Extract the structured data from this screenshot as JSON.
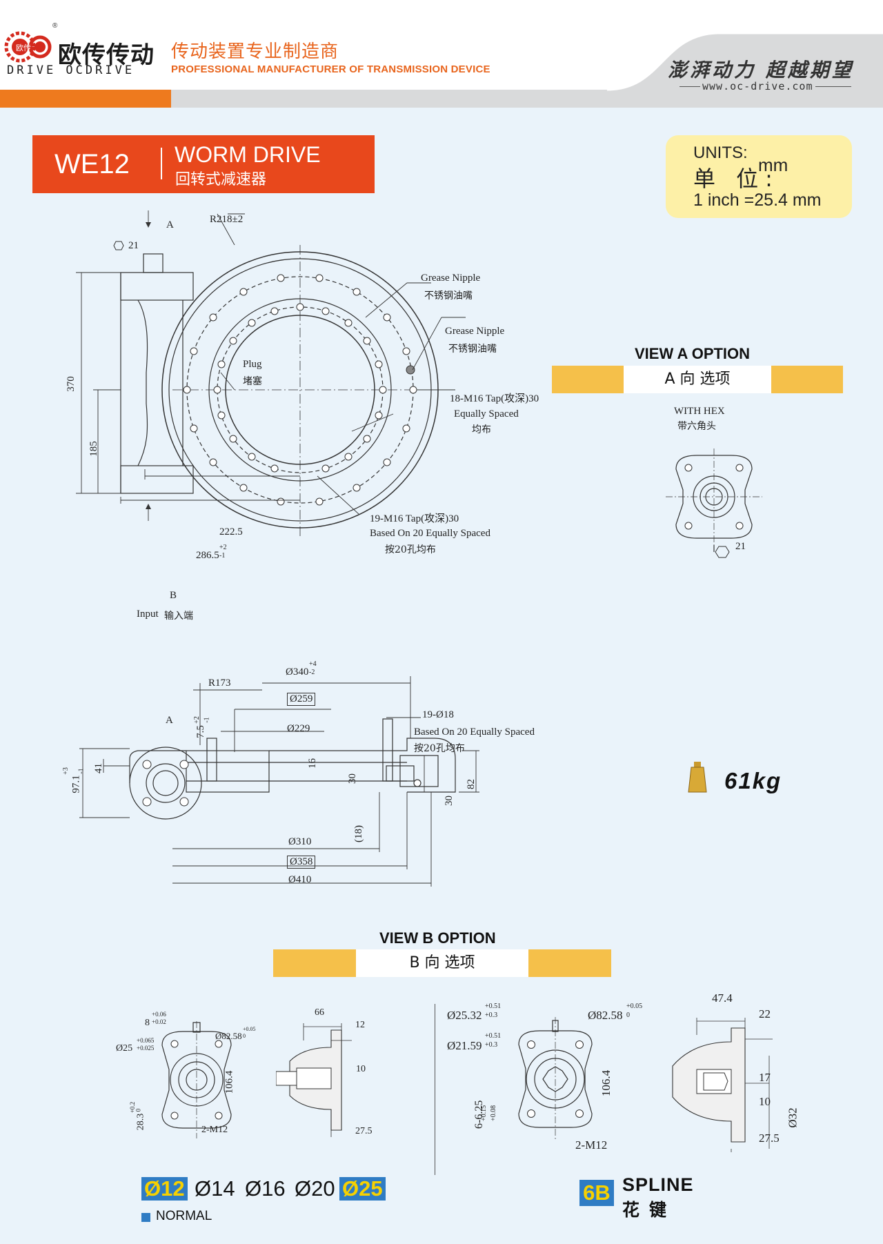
{
  "header": {
    "logo_mark": "欧传",
    "logo_registered": "®",
    "brand_cn": "欧传传动",
    "brand_en": "DRIVE OCDRIVE",
    "tagline_cn": "传动装置专业制造商",
    "tagline_en": "PROFESSIONAL MANUFACTURER OF TRANSMISSION DEVICE",
    "slogan": "澎湃动力 超越期望",
    "website": "www.oc-drive.com",
    "colors": {
      "orange": "#ee7a1e",
      "gray": "#d9dadb",
      "accent": "#e8481c"
    }
  },
  "title": {
    "model": "WE12",
    "name_en": "WORM DRIVE",
    "name_cn": "回转式减速器"
  },
  "units": {
    "label_en": "UNITS:",
    "label_cn": "单 位:",
    "unit": "mm",
    "conversion": "1 inch =25.4 mm"
  },
  "top_drawing": {
    "label_A": "A",
    "label_B": "B",
    "hex_21": "21",
    "radius": "R218±2",
    "grease1_en": "Grease Nipple",
    "grease1_cn": "不锈钢油嘴",
    "grease2_en": "Grease Nipple",
    "grease2_cn": "不锈钢油嘴",
    "plug_en": "Plug",
    "plug_cn": "堵塞",
    "tap18": "18-M16 Tap(攻深)30",
    "tap18_sub_en": "Equally Spaced",
    "tap18_sub_cn": "均布",
    "tap19": "19-M16 Tap(攻深)30",
    "tap19_sub_en": "Based On 20 Equally Spaced",
    "tap19_sub_cn": "按20孔均布",
    "dim_370": "370",
    "dim_185": "185",
    "dim_2225": "222.5",
    "dim_2865": "286.5",
    "dim_2865_tol_up": "+2",
    "dim_2865_tol_dn": "-1",
    "input_en": "Input",
    "input_cn": "输入端"
  },
  "view_a": {
    "title": "VIEW A OPTION",
    "subtitle": "A 向 选项",
    "hex_en": "WITH HEX",
    "hex_cn": "带六角头",
    "hex_size": "21"
  },
  "section_drawing": {
    "d340": "Ø340",
    "d340_tol_up": "+4",
    "d340_tol_dn": "-2",
    "r173": "R173",
    "d259": "Ø259",
    "d229": "Ø229",
    "holes": "19-Ø18",
    "holes_sub_en": "Based On 20 Equally Spaced",
    "holes_sub_cn": "按20孔均布",
    "label_A": "A",
    "dim_75": "7.5",
    "dim_75_tol_up": "+2",
    "dim_75_tol_dn": "-1",
    "dim_41": "41",
    "dim_971": "97.1",
    "dim_971_tol_up": "+3",
    "dim_971_tol_dn": "-1",
    "dim_16": "16",
    "dim_30a": "30",
    "dim_30b": "30",
    "dim_82": "82",
    "dim_18": "(18)",
    "d310": "Ø310",
    "d358": "Ø358",
    "d410": "Ø410"
  },
  "weight": "61kg",
  "view_b": {
    "title": "VIEW B OPTION",
    "subtitle": "B 向 选项"
  },
  "b_left": {
    "key": "8",
    "key_tol_up": "+0.06",
    "key_tol_dn": "+0.02",
    "shaft": "Ø25",
    "shaft_tol_up": "+0.065",
    "shaft_tol_dn": "+0.025",
    "flange": "Ø82.58",
    "flange_tol_up": "+0.05",
    "flange_tol_dn": "0",
    "dim_283": "28.3",
    "dim_283_tol_up": "+0.2",
    "dim_283_tol_dn": "0",
    "bolts": "2-M12",
    "dim_1064": "106.4",
    "side_66": "66",
    "side_12": "12",
    "side_10": "10",
    "side_275": "27.5"
  },
  "b_right": {
    "d2532": "Ø25.32",
    "d2532_tol_up": "+0.51",
    "d2532_tol_dn": "+0.3",
    "d2159": "Ø21.59",
    "d2159_tol_up": "+0.51",
    "d2159_tol_dn": "+0.3",
    "flange": "Ø82.58",
    "flange_tol_up": "+0.05",
    "flange_tol_dn": "0",
    "spline": "6-6.25",
    "spline_tol_up": "+0.15",
    "spline_tol_dn": "+0.08",
    "bolts": "2-M12",
    "dim_1064": "106.4",
    "side_474": "47.4",
    "side_22": "22",
    "side_17": "17",
    "side_10": "10",
    "side_275": "27.5",
    "side_d32": "Ø32"
  },
  "shaft_sizes": {
    "items": [
      {
        "label": "Ø12",
        "highlight": true
      },
      {
        "label": "Ø14",
        "highlight": false
      },
      {
        "label": "Ø16",
        "highlight": false
      },
      {
        "label": "Ø20",
        "highlight": false
      },
      {
        "label": "Ø25",
        "highlight": true
      }
    ],
    "legend": "NORMAL"
  },
  "spline_option": {
    "code": "6B",
    "name_en": "SPLINE",
    "name_cn": "花键"
  }
}
